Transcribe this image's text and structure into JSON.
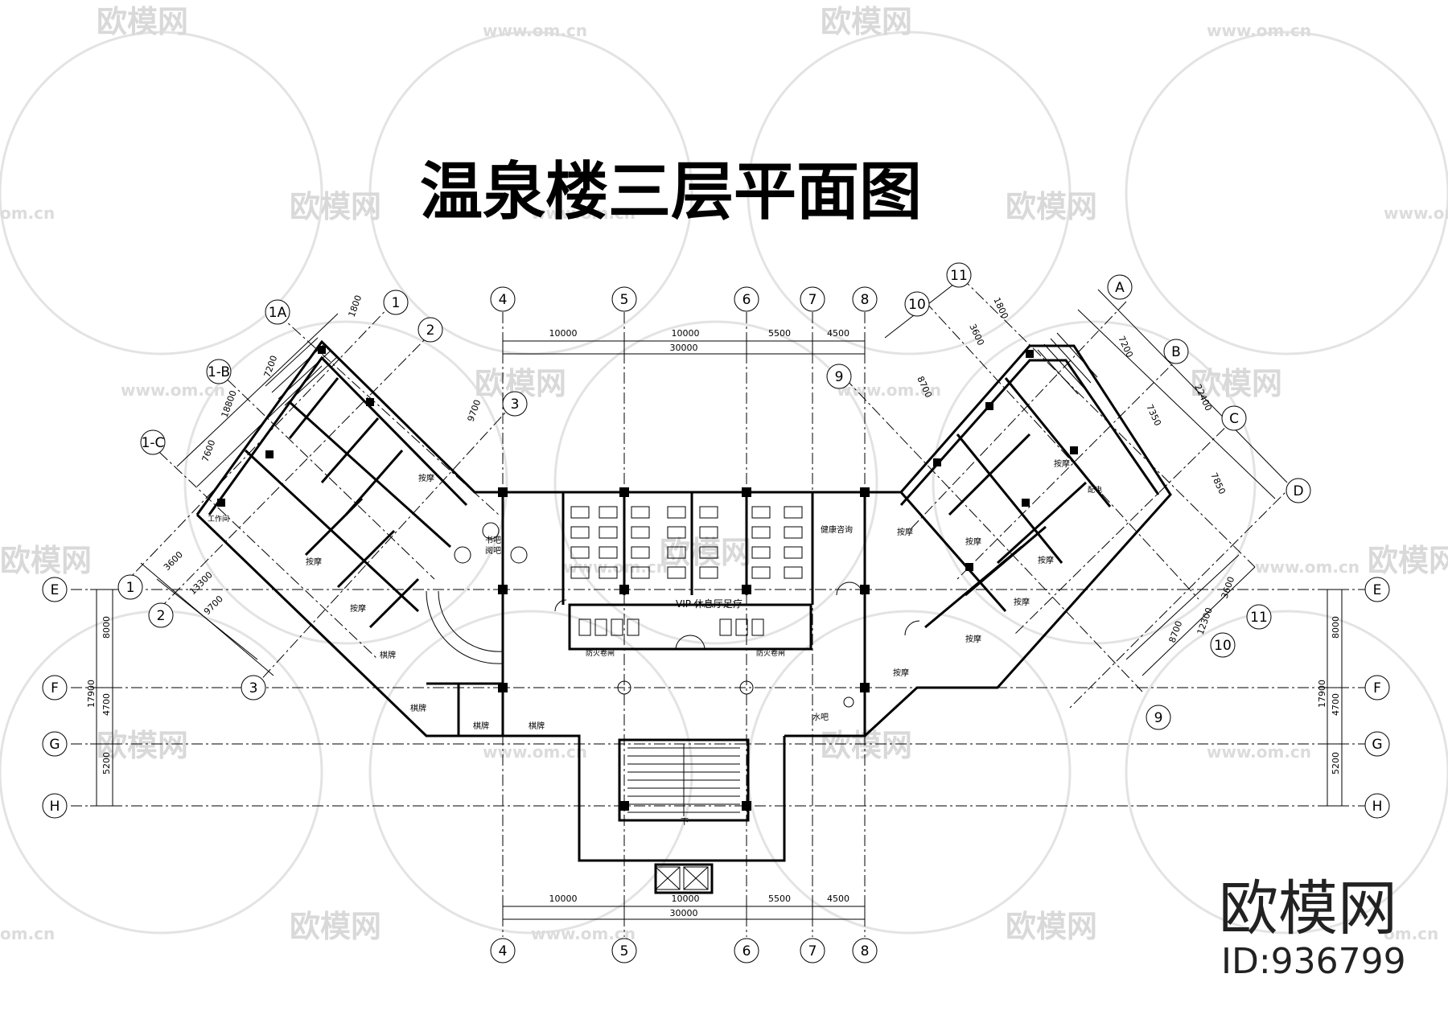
{
  "title": "温泉楼三层平面图",
  "watermark": {
    "brand": "欧模网",
    "url": "www.om.cn",
    "url_short": "om.cn"
  },
  "logo": {
    "brand": "欧模网",
    "id": "ID:936799"
  },
  "axes": {
    "left_labels": [
      "E",
      "F",
      "G",
      "H"
    ],
    "top_labels": [
      "4",
      "5",
      "6",
      "7",
      "8"
    ],
    "left_wing_labels": [
      "1A",
      "1-B",
      "1-C",
      "1",
      "2",
      "3",
      "1",
      "2",
      "3"
    ],
    "right_wing_labels": [
      "11",
      "10",
      "9",
      "A",
      "B",
      "C",
      "D",
      "11",
      "10",
      "9"
    ]
  },
  "dimensions": {
    "top_segments": [
      "10000",
      "10000",
      "5500",
      "4500"
    ],
    "top_total": "30000",
    "bottom_segments": [
      "10000",
      "10000",
      "5500",
      "4500"
    ],
    "bottom_total": "30000",
    "left_vertical": [
      "8000",
      "4700",
      "5200"
    ],
    "left_total": "17900",
    "right_vertical": [
      "8000",
      "4700",
      "5200"
    ],
    "right_total": "17900",
    "left_wing_top": [
      "1800",
      "7200",
      "9700",
      "18800",
      "7600"
    ],
    "left_wing_bottom": [
      "3600",
      "13300",
      "9700"
    ],
    "right_wing_top": [
      "1800",
      "3600",
      "8700",
      "7200",
      "22400",
      "7350",
      "7850"
    ],
    "right_wing_bottom": [
      "3600",
      "8700",
      "12300"
    ]
  },
  "rooms": {
    "massage": "按摩",
    "chess": "棋牌",
    "bar": "书吧\n阅吧",
    "vip": "VIP 休息厅足疗",
    "fire_left": "防火卷闸",
    "fire_right": "防火卷闸",
    "health": "健康咨询",
    "water_bar": "水吧",
    "workroom": "工作间",
    "power": "配电",
    "down": "下"
  }
}
